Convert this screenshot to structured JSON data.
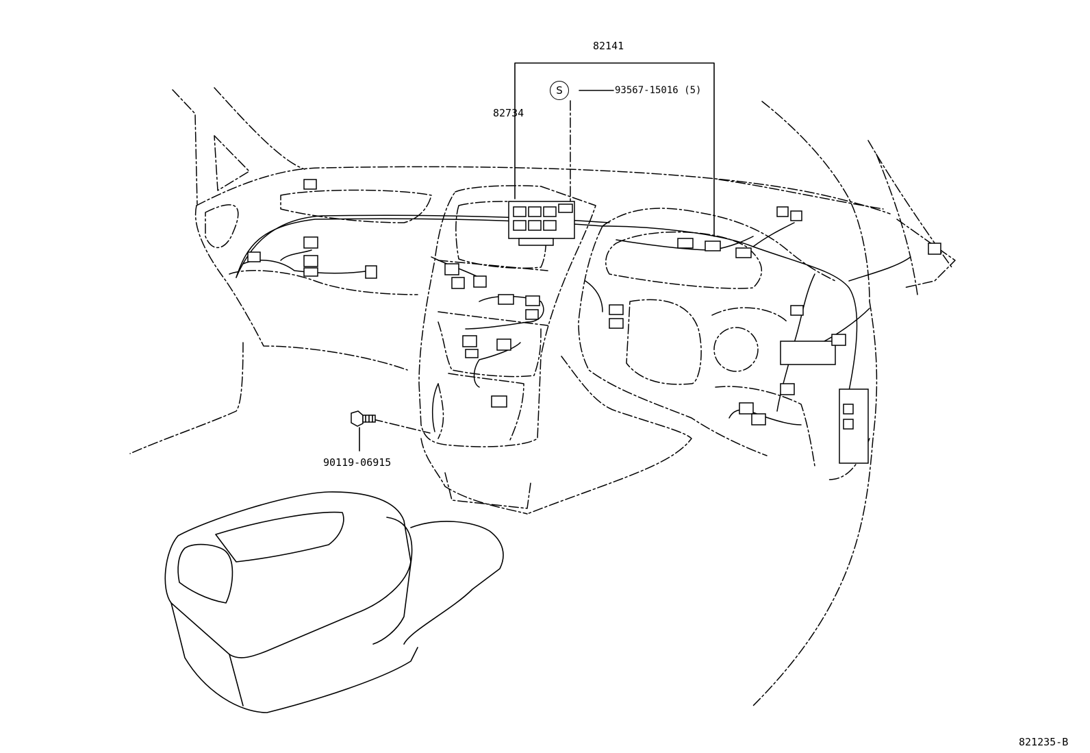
{
  "parts": {
    "harness": "82141",
    "junction_block": "82734",
    "screw_symbol": "S",
    "screw": "93567-15016 (5)",
    "bolt": "90119-06915"
  },
  "figure_code": "821235-B"
}
